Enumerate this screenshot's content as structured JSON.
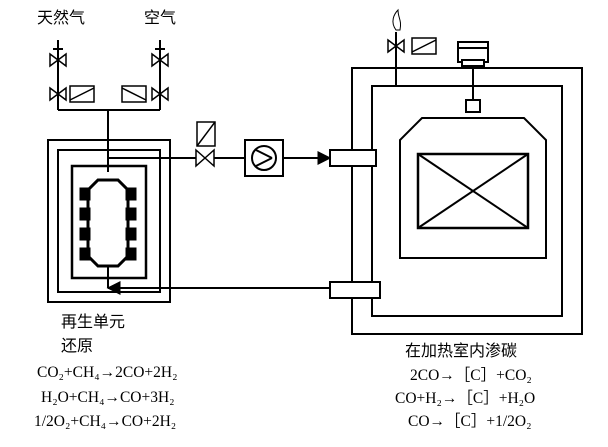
{
  "labels": {
    "natural_gas": "天然气",
    "air": "空气",
    "regen_unit_line1": "再生单元",
    "regen_unit_line2": "还原",
    "furnace_caption": "在加热室内渗碳"
  },
  "regeneration_reactions": [
    "CO₂+CH₄→2CO+2H₂",
    "H₂O+CH₄→CO+3H₂",
    "1/2O₂+CH₄→CO+2H₂"
  ],
  "carburizing_reactions": [
    "2CO→［C］+CO₂",
    "CO+H₂→［C］+H₂O",
    "CO→［C］+1/2O₂"
  ]
}
